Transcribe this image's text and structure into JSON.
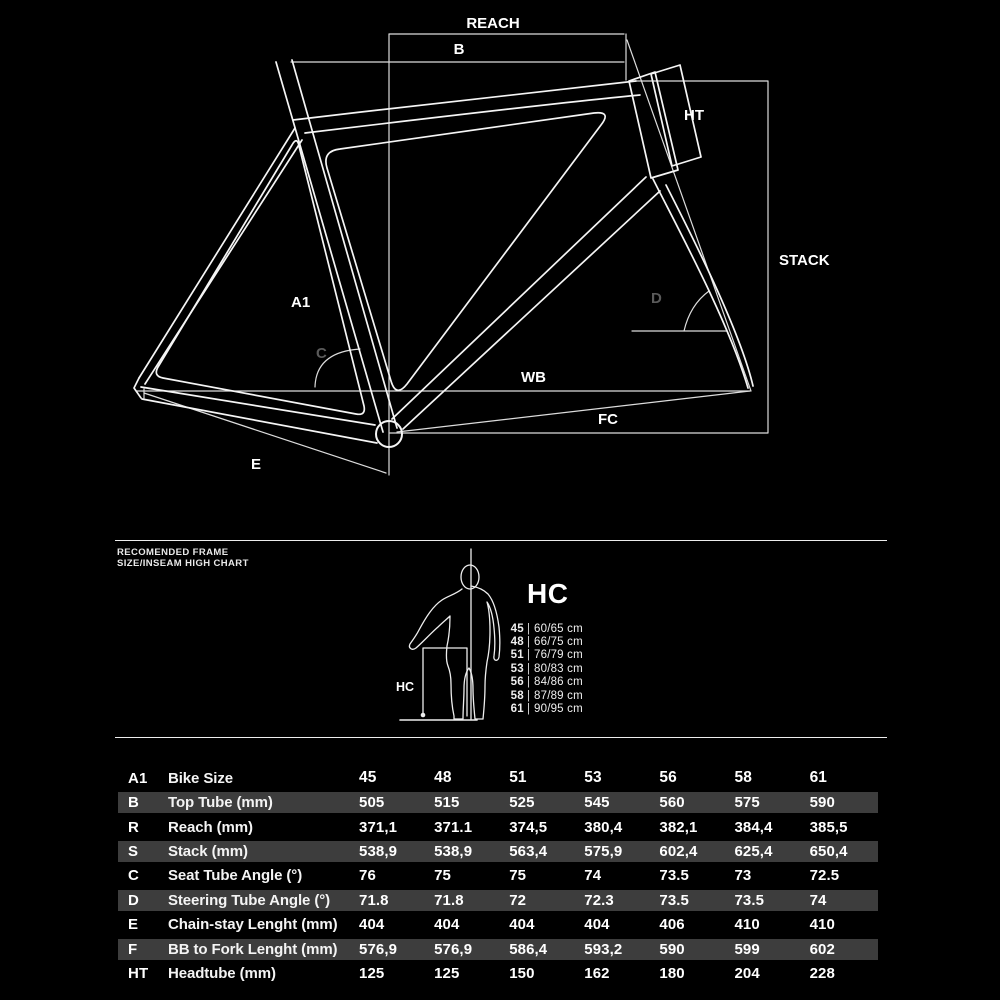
{
  "diagram": {
    "labels": {
      "reach": "REACH",
      "b": "B",
      "ht": "HT",
      "stack": "STACK",
      "a1": "A1",
      "c": "C",
      "d": "D",
      "wb": "WB",
      "fc": "FC",
      "e": "E"
    }
  },
  "size_chart": {
    "heading_line1": "RECOMENDED FRAME",
    "heading_line2": "SIZE/INSEAM HIGH CHART",
    "title": "HC",
    "figure_label": "HC",
    "rows": [
      {
        "size": "45",
        "separator": "|",
        "range": "60/65 cm"
      },
      {
        "size": "48",
        "separator": "|",
        "range": "66/75 cm"
      },
      {
        "size": "51",
        "separator": "|",
        "range": "76/79 cm"
      },
      {
        "size": "53",
        "separator": "|",
        "range": "80/83 cm"
      },
      {
        "size": "56",
        "separator": "|",
        "range": "84/86 cm"
      },
      {
        "size": "58",
        "separator": "|",
        "range": "87/89 cm"
      },
      {
        "size": "61",
        "separator": "|",
        "range": "90/95 cm"
      }
    ]
  },
  "table": {
    "header": {
      "letter": "A1",
      "label": "Bike Size",
      "sizes": [
        "45",
        "48",
        "51",
        "53",
        "56",
        "58",
        "61"
      ]
    },
    "rows": [
      {
        "letter": "B",
        "label": "Top Tube (mm)",
        "shaded": true,
        "values": [
          "505",
          "515",
          "525",
          "545",
          "560",
          "575",
          "590"
        ]
      },
      {
        "letter": "R",
        "label": "Reach (mm)",
        "shaded": false,
        "values": [
          "371,1",
          "371.1",
          "374,5",
          "380,4",
          "382,1",
          "384,4",
          "385,5"
        ]
      },
      {
        "letter": "S",
        "label": "Stack (mm)",
        "shaded": true,
        "values": [
          "538,9",
          "538,9",
          "563,4",
          "575,9",
          "602,4",
          "625,4",
          "650,4"
        ]
      },
      {
        "letter": "C",
        "label": "Seat Tube Angle (°)",
        "shaded": false,
        "values": [
          "76",
          "75",
          "75",
          "74",
          "73.5",
          "73",
          "72.5"
        ]
      },
      {
        "letter": "D",
        "label": "Steering Tube Angle (°)",
        "shaded": true,
        "values": [
          "71.8",
          "71.8",
          "72",
          "72.3",
          "73.5",
          "73.5",
          "74"
        ]
      },
      {
        "letter": "E",
        "label": "Chain-stay Lenght (mm)",
        "shaded": false,
        "values": [
          "404",
          "404",
          "404",
          "404",
          "406",
          "410",
          "410"
        ]
      },
      {
        "letter": "F",
        "label": "BB to Fork Lenght (mm)",
        "shaded": true,
        "values": [
          "576,9",
          "576,9",
          "586,4",
          "593,2",
          "590",
          "599",
          "602"
        ]
      },
      {
        "letter": "HT",
        "label": "Headtube (mm)",
        "shaded": false,
        "values": [
          "125",
          "125",
          "150",
          "162",
          "180",
          "204",
          "228"
        ]
      }
    ]
  },
  "colors": {
    "background": "#000000",
    "line": "#ededed",
    "frame_line": "#f5f5f5",
    "text": "#ffffff",
    "dim_label": "#5a5a5a",
    "shaded_row": "#3d3d3d"
  }
}
